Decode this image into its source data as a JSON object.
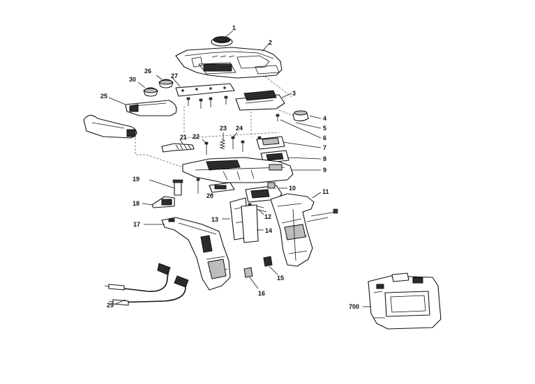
{
  "diagram": {
    "type": "exploded-parts-view",
    "callouts": [
      "1",
      "2",
      "3",
      "4",
      "5",
      "6",
      "7",
      "8",
      "9",
      "11",
      "10",
      "12",
      "13",
      "14",
      "15",
      "16",
      "17",
      "18",
      "19",
      "20",
      "21",
      "22",
      "23",
      "24",
      "25",
      "26",
      "27",
      "29",
      "30",
      "700"
    ]
  }
}
